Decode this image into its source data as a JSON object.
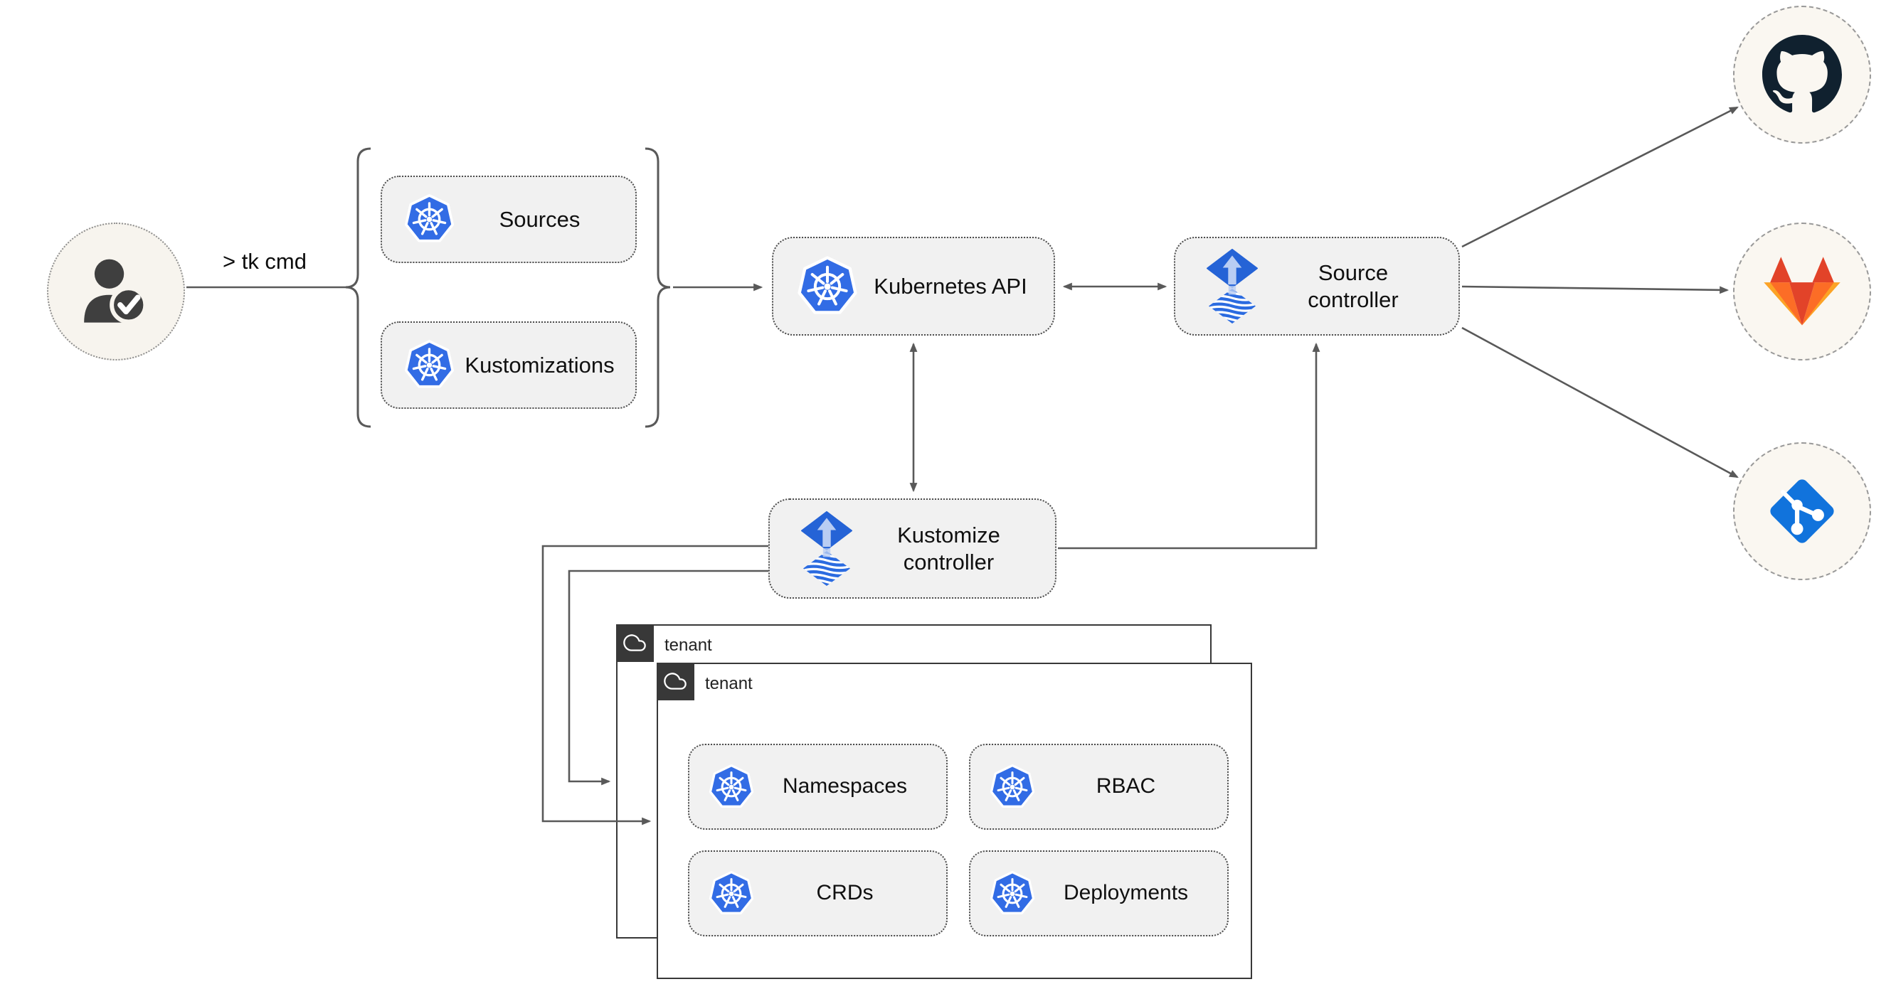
{
  "diagram": {
    "cli_label": "> tk cmd",
    "user": {
      "icon": "user-check-icon"
    },
    "group": {
      "items": [
        {
          "label": "Sources",
          "icon": "kubernetes-icon"
        },
        {
          "label": "Kustomizations",
          "icon": "kubernetes-icon"
        }
      ]
    },
    "kubernetes_api": {
      "label": "Kubernetes API",
      "icon": "kubernetes-icon"
    },
    "source_controller": {
      "line1": "Source",
      "line2": "controller",
      "icon": "flux-icon"
    },
    "kustomize_controller": {
      "line1": "Kustomize",
      "line2": "controller",
      "icon": "flux-icon"
    },
    "tenants": {
      "back": {
        "label": "tenant",
        "icon": "cloud-icon"
      },
      "front": {
        "label": "tenant",
        "icon": "cloud-icon",
        "resources": [
          {
            "label": "Namespaces",
            "icon": "kubernetes-icon"
          },
          {
            "label": "RBAC",
            "icon": "kubernetes-icon"
          },
          {
            "label": "CRDs",
            "icon": "kubernetes-icon"
          },
          {
            "label": "Deployments",
            "icon": "kubernetes-icon"
          }
        ]
      }
    },
    "remotes": [
      {
        "icon": "github-icon"
      },
      {
        "icon": "gitlab-icon"
      },
      {
        "icon": "git-icon"
      }
    ],
    "colors": {
      "kubernetes_blue": "#326ce5",
      "flux_blue": "#2563d6",
      "flux_arrow_light": "#b9cdf3",
      "connector_gray": "#595959",
      "node_fill": "#f1f1f1",
      "node_border": "#4c4c4c",
      "tenant_border": "#383838",
      "github_dark": "#10212f",
      "gitlab_red": "#e24329",
      "gitlab_orange": "#fc6d26",
      "gitlab_amber": "#fca326",
      "git_blue": "#1173dc"
    }
  }
}
